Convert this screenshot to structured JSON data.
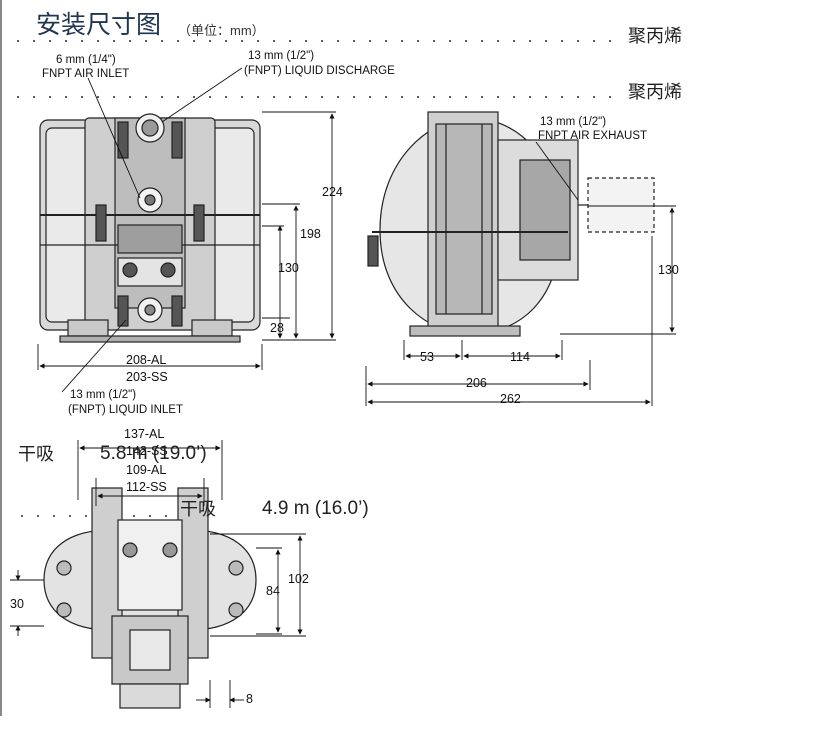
{
  "header": {
    "title": "安装尺寸图",
    "unit_note": "（单位：mm）"
  },
  "materials": {
    "row1": "聚丙烯",
    "row2": "聚丙烯"
  },
  "dry_suction": {
    "label_1": "干吸",
    "value_1": "5.8 m (19.0’)",
    "label_2": "干吸",
    "value_2": "4.9 m (16.0’)"
  },
  "callouts": {
    "air_inlet_size": "6 mm (1/4\")",
    "air_inlet_name": "FNPT AIR INLET",
    "liquid_discharge_size": "13 mm (1/2\")",
    "liquid_discharge_name": "(FNPT) LIQUID DISCHARGE",
    "air_exhaust_size": "13 mm (1/2\")",
    "air_exhaust_name": "FNPT AIR EXHAUST",
    "liquid_inlet_size": "13 mm (1/2\")",
    "liquid_inlet_name": "(FNPT) LIQUID INLET"
  },
  "dimensions": {
    "front_224": "224",
    "front_198": "198",
    "front_130": "130",
    "front_28": "28",
    "front_width_al": "208-AL",
    "front_width_ss": "203-SS",
    "side_130": "130",
    "side_53": "53",
    "side_114": "114",
    "side_206": "206",
    "side_262": "262",
    "bottom_w1_al": "137-AL",
    "bottom_w1_ss": "142-SS",
    "bottom_w2_al": "109-AL",
    "bottom_w2_ss": "112-SS",
    "bottom_102": "102",
    "bottom_84": "84",
    "bottom_30": "30",
    "bottom_8": "8"
  },
  "colors": {
    "ink": "#1a1a1a",
    "title": "#1f3550",
    "body_fill": "#d6d6d6",
    "dark_fill": "#a9a9a9"
  }
}
